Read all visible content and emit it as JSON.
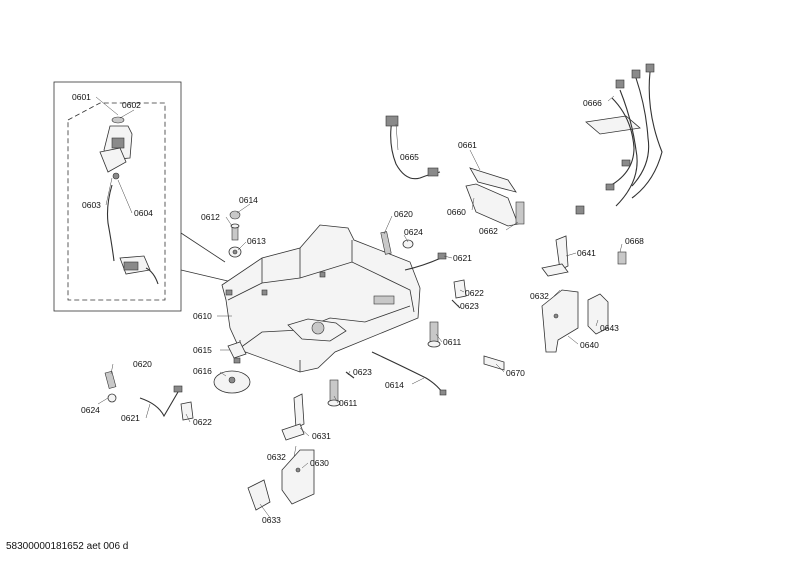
{
  "document_id": "58300000181652 aet 006 d",
  "labels": {
    "l0601": "0601",
    "l0602": "0602",
    "l0603": "0603",
    "l0604": "0604",
    "l0610": "0610",
    "l0611a": "0611",
    "l0611b": "0611",
    "l0612": "0612",
    "l0613": "0613",
    "l0614a": "0614",
    "l0614b": "0614",
    "l0615": "0615",
    "l0616": "0616",
    "l0620a": "0620",
    "l0620b": "0620",
    "l0621a": "0621",
    "l0621b": "0621",
    "l0622a": "0622",
    "l0622b": "0622",
    "l0623a": "0623",
    "l0623b": "0623",
    "l0624a": "0624",
    "l0624b": "0624",
    "l0630": "0630",
    "l0631": "0631",
    "l0632a": "0632",
    "l0632b": "0632",
    "l0633": "0633",
    "l0640": "0640",
    "l0641": "0641",
    "l0643": "0643",
    "l0660": "0660",
    "l0661": "0661",
    "l0662": "0662",
    "l0665": "0665",
    "l0666": "0666",
    "l0668": "0668",
    "l0670": "0670"
  }
}
